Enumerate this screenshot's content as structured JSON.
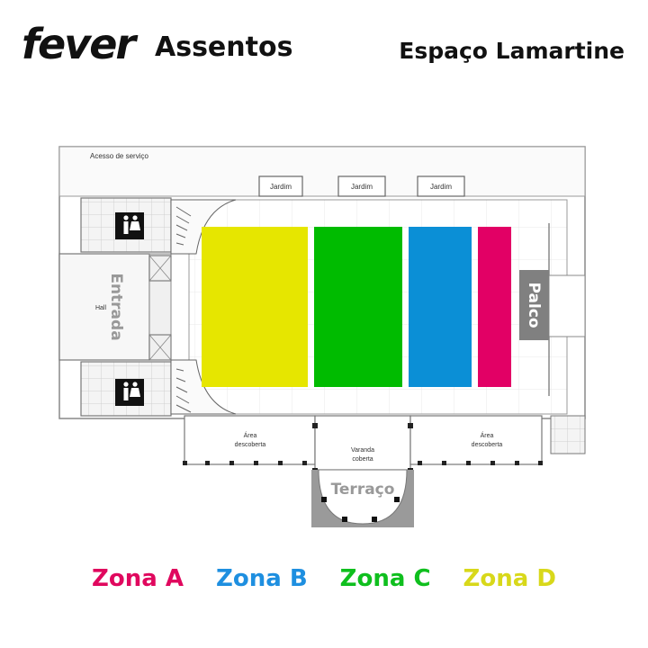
{
  "header": {
    "logo": "fever",
    "title": "Assentos",
    "venue": "Espaço Lamartine"
  },
  "plan": {
    "service_access": "Acesso de serviço",
    "garden": "Jardim",
    "entrance": "Entrada",
    "hall": "Hall",
    "stage": "Palco",
    "open_area_line1": "Área",
    "open_area_line2": "descoberta",
    "covered_veranda_line1": "Varanda",
    "covered_veranda_line2": "coberta",
    "terrace": "Terraço",
    "restroom_icon": "restroom-icon"
  },
  "zones": [
    {
      "label": "Zona A",
      "color": "#e0085e"
    },
    {
      "label": "Zona B",
      "color": "#1e8fe0"
    },
    {
      "label": "Zona C",
      "color": "#0fbf1e"
    },
    {
      "label": "Zona D",
      "color": "#d8d81a"
    }
  ],
  "seating_colors": {
    "zone_d": "#e6e600",
    "zone_c": "#00bb00",
    "zone_b": "#0b8fd6",
    "zone_a": "#e20065"
  }
}
